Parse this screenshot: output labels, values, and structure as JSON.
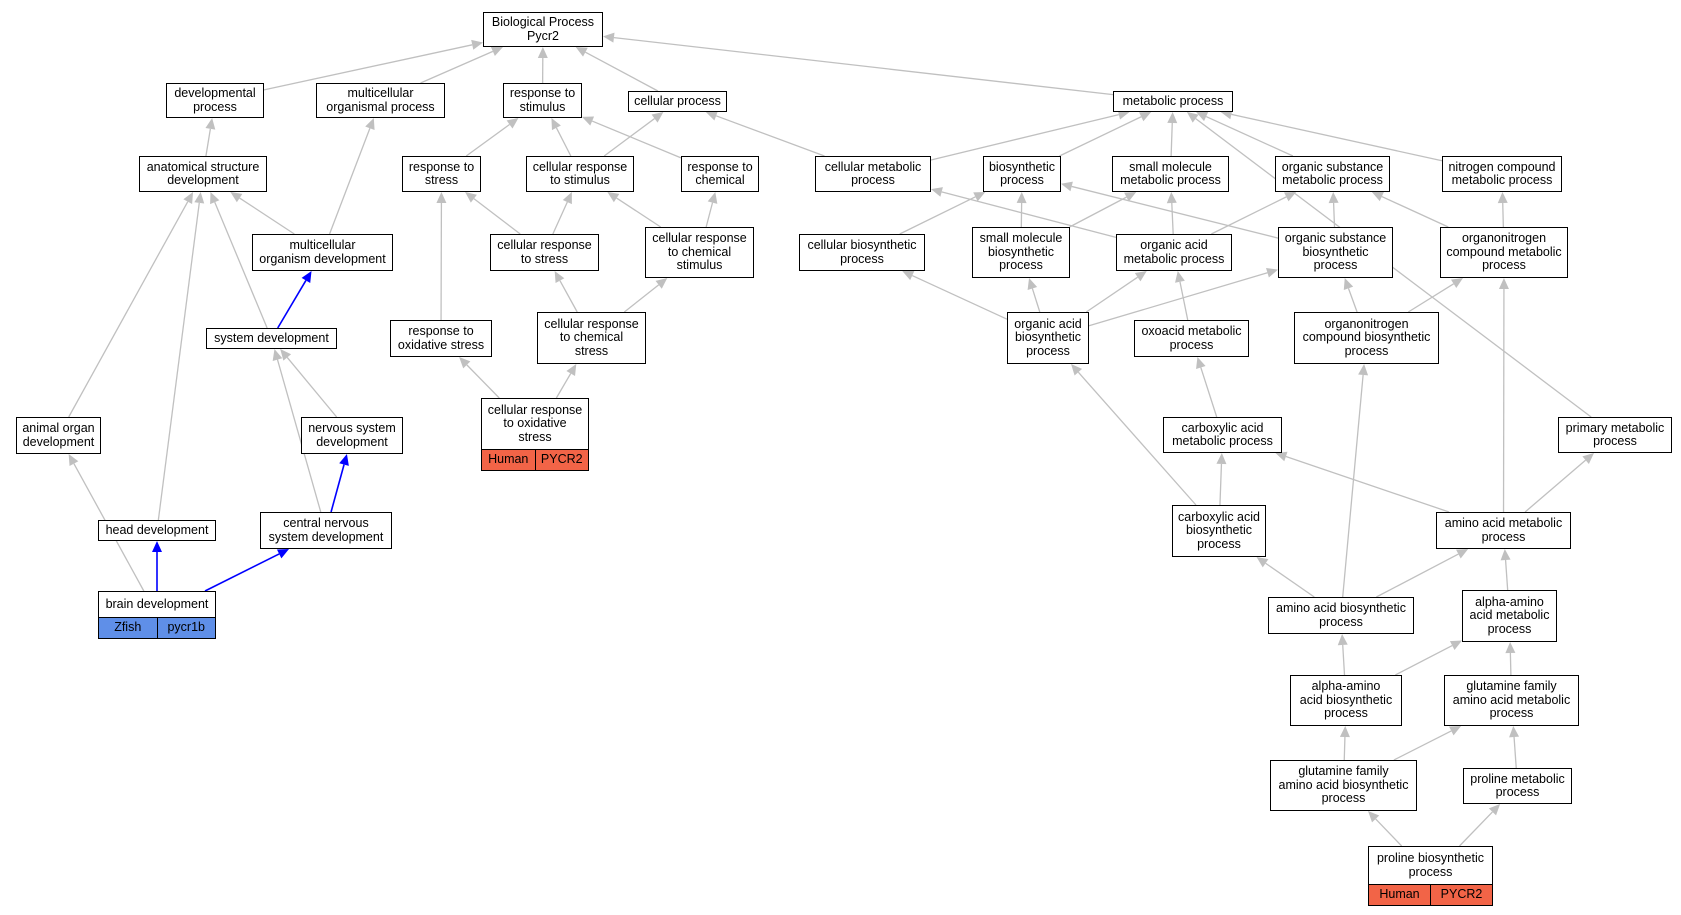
{
  "colors": {
    "edge": "#c0c0c0",
    "highlight_edge": "#0000ff",
    "human": "#f26447",
    "zfish": "#5f8fe8"
  },
  "nodes": {
    "root": {
      "label": "Biological Process\nPycr2"
    },
    "developmental_process": {
      "label": "developmental\nprocess"
    },
    "multicellular_organismal_process": {
      "label": "multicellular\norganismal process"
    },
    "response_to_stimulus": {
      "label": "response to\nstimulus"
    },
    "cellular_process": {
      "label": "cellular process"
    },
    "metabolic_process": {
      "label": "metabolic process"
    },
    "anatomical_structure_development": {
      "label": "anatomical structure\ndevelopment"
    },
    "response_to_stress": {
      "label": "response to\nstress"
    },
    "cellular_response_to_stimulus": {
      "label": "cellular response\nto stimulus"
    },
    "response_to_chemical": {
      "label": "response to\nchemical"
    },
    "cellular_metabolic_process": {
      "label": "cellular metabolic\nprocess"
    },
    "biosynthetic_process": {
      "label": "biosynthetic\nprocess"
    },
    "small_molecule_metabolic_process": {
      "label": "small molecule\nmetabolic process"
    },
    "organic_substance_metabolic_process": {
      "label": "organic substance\nmetabolic process"
    },
    "nitrogen_compound_metabolic_process": {
      "label": "nitrogen compound\nmetabolic process"
    },
    "multicellular_organism_development": {
      "label": "multicellular\norganism development"
    },
    "cellular_response_to_stress": {
      "label": "cellular response\nto stress"
    },
    "cellular_response_to_chemical_stimulus": {
      "label": "cellular response\nto chemical\nstimulus"
    },
    "cellular_biosynthetic_process": {
      "label": "cellular biosynthetic\nprocess"
    },
    "small_molecule_biosynthetic_process": {
      "label": "small molecule\nbiosynthetic\nprocess"
    },
    "organic_acid_metabolic_process": {
      "label": "organic acid\nmetabolic process"
    },
    "organic_substance_biosynthetic_process": {
      "label": "organic substance\nbiosynthetic\nprocess"
    },
    "organonitrogen_compound_metabolic_process": {
      "label": "organonitrogen\ncompound metabolic\nprocess"
    },
    "system_development": {
      "label": "system development"
    },
    "response_to_oxidative_stress": {
      "label": "response to\noxidative stress"
    },
    "cellular_response_to_chemical_stress": {
      "label": "cellular response\nto chemical\nstress"
    },
    "organic_acid_biosynthetic_process": {
      "label": "organic acid\nbiosynthetic\nprocess"
    },
    "oxoacid_metabolic_process": {
      "label": "oxoacid metabolic\nprocess"
    },
    "organonitrogen_compound_biosynthetic_process": {
      "label": "organonitrogen\ncompound biosynthetic\nprocess"
    },
    "animal_organ_development": {
      "label": "animal organ\ndevelopment"
    },
    "nervous_system_development": {
      "label": "nervous system\ndevelopment"
    },
    "cellular_response_to_oxidative_stress": {
      "label": "cellular response\nto oxidative\nstress",
      "tags": [
        "Human",
        "PYCR2"
      ]
    },
    "carboxylic_acid_metabolic_process": {
      "label": "carboxylic acid\nmetabolic process"
    },
    "primary_metabolic_process": {
      "label": "primary metabolic\nprocess"
    },
    "head_development": {
      "label": "head development"
    },
    "central_nervous_system_development": {
      "label": "central nervous\nsystem development"
    },
    "carboxylic_acid_biosynthetic_process": {
      "label": "carboxylic acid\nbiosynthetic\nprocess"
    },
    "amino_acid_metabolic_process": {
      "label": "amino acid metabolic\nprocess"
    },
    "brain_development": {
      "label": "brain development",
      "tags": [
        "Zfish",
        "pycr1b"
      ]
    },
    "amino_acid_biosynthetic_process": {
      "label": "amino acid biosynthetic\nprocess"
    },
    "alpha_amino_acid_metabolic_process": {
      "label": "alpha-amino\nacid metabolic\nprocess"
    },
    "alpha_amino_acid_biosynthetic_process": {
      "label": "alpha-amino\nacid biosynthetic\nprocess"
    },
    "glutamine_family_amino_acid_metabolic_process": {
      "label": "glutamine family\namino acid metabolic\nprocess"
    },
    "glutamine_family_amino_acid_biosynthetic_process": {
      "label": "glutamine family\namino acid biosynthetic\nprocess"
    },
    "proline_metabolic_process": {
      "label": "proline metabolic\nprocess"
    },
    "proline_biosynthetic_process": {
      "label": "proline biosynthetic\nprocess",
      "tags": [
        "Human",
        "PYCR2"
      ]
    }
  },
  "edges": [
    [
      "developmental_process",
      "root"
    ],
    [
      "multicellular_organismal_process",
      "root"
    ],
    [
      "response_to_stimulus",
      "root"
    ],
    [
      "cellular_process",
      "root"
    ],
    [
      "metabolic_process",
      "root"
    ],
    [
      "anatomical_structure_development",
      "developmental_process"
    ],
    [
      "response_to_stress",
      "response_to_stimulus"
    ],
    [
      "cellular_response_to_stimulus",
      "response_to_stimulus"
    ],
    [
      "cellular_response_to_stimulus",
      "cellular_process"
    ],
    [
      "response_to_chemical",
      "response_to_stimulus"
    ],
    [
      "cellular_metabolic_process",
      "cellular_process"
    ],
    [
      "cellular_metabolic_process",
      "metabolic_process"
    ],
    [
      "biosynthetic_process",
      "metabolic_process"
    ],
    [
      "small_molecule_metabolic_process",
      "metabolic_process"
    ],
    [
      "organic_substance_metabolic_process",
      "metabolic_process"
    ],
    [
      "nitrogen_compound_metabolic_process",
      "metabolic_process"
    ],
    [
      "primary_metabolic_process",
      "metabolic_process"
    ],
    [
      "multicellular_organism_development",
      "multicellular_organismal_process"
    ],
    [
      "multicellular_organism_development",
      "anatomical_structure_development"
    ],
    [
      "cellular_response_to_stress",
      "response_to_stress"
    ],
    [
      "cellular_response_to_stress",
      "cellular_response_to_stimulus"
    ],
    [
      "cellular_response_to_chemical_stimulus",
      "cellular_response_to_stimulus"
    ],
    [
      "cellular_response_to_chemical_stimulus",
      "response_to_chemical"
    ],
    [
      "cellular_biosynthetic_process",
      "biosynthetic_process"
    ],
    [
      "small_molecule_biosynthetic_process",
      "biosynthetic_process"
    ],
    [
      "small_molecule_biosynthetic_process",
      "small_molecule_metabolic_process"
    ],
    [
      "organic_acid_metabolic_process",
      "cellular_metabolic_process"
    ],
    [
      "organic_acid_metabolic_process",
      "small_molecule_metabolic_process"
    ],
    [
      "organic_acid_metabolic_process",
      "organic_substance_metabolic_process"
    ],
    [
      "organic_substance_biosynthetic_process",
      "biosynthetic_process"
    ],
    [
      "organic_substance_biosynthetic_process",
      "organic_substance_metabolic_process"
    ],
    [
      "organonitrogen_compound_metabolic_process",
      "organic_substance_metabolic_process"
    ],
    [
      "organonitrogen_compound_metabolic_process",
      "nitrogen_compound_metabolic_process"
    ],
    [
      "system_development",
      "anatomical_structure_development"
    ],
    [
      "system_development",
      "multicellular_organism_development",
      "blue"
    ],
    [
      "response_to_oxidative_stress",
      "response_to_stress"
    ],
    [
      "cellular_response_to_chemical_stress",
      "cellular_response_to_stress"
    ],
    [
      "cellular_response_to_chemical_stress",
      "cellular_response_to_chemical_stimulus"
    ],
    [
      "organic_acid_biosynthetic_process",
      "cellular_biosynthetic_process"
    ],
    [
      "organic_acid_biosynthetic_process",
      "small_molecule_biosynthetic_process"
    ],
    [
      "organic_acid_biosynthetic_process",
      "organic_acid_metabolic_process"
    ],
    [
      "organic_acid_biosynthetic_process",
      "organic_substance_biosynthetic_process"
    ],
    [
      "oxoacid_metabolic_process",
      "organic_acid_metabolic_process"
    ],
    [
      "organonitrogen_compound_biosynthetic_process",
      "organic_substance_biosynthetic_process"
    ],
    [
      "organonitrogen_compound_biosynthetic_process",
      "organonitrogen_compound_metabolic_process"
    ],
    [
      "animal_organ_development",
      "anatomical_structure_development"
    ],
    [
      "nervous_system_development",
      "system_development"
    ],
    [
      "cellular_response_to_oxidative_stress",
      "response_to_oxidative_stress"
    ],
    [
      "cellular_response_to_oxidative_stress",
      "cellular_response_to_chemical_stress"
    ],
    [
      "carboxylic_acid_metabolic_process",
      "oxoacid_metabolic_process"
    ],
    [
      "head_development",
      "anatomical_structure_development"
    ],
    [
      "central_nervous_system_development",
      "system_development"
    ],
    [
      "central_nervous_system_development",
      "nervous_system_development",
      "blue"
    ],
    [
      "carboxylic_acid_biosynthetic_process",
      "organic_acid_biosynthetic_process"
    ],
    [
      "carboxylic_acid_biosynthetic_process",
      "carboxylic_acid_metabolic_process"
    ],
    [
      "amino_acid_metabolic_process",
      "carboxylic_acid_metabolic_process"
    ],
    [
      "amino_acid_metabolic_process",
      "organonitrogen_compound_metabolic_process"
    ],
    [
      "amino_acid_metabolic_process",
      "primary_metabolic_process"
    ],
    [
      "brain_development",
      "animal_organ_development"
    ],
    [
      "brain_development",
      "head_development",
      "blue"
    ],
    [
      "brain_development",
      "central_nervous_system_development",
      "blue"
    ],
    [
      "amino_acid_biosynthetic_process",
      "carboxylic_acid_biosynthetic_process"
    ],
    [
      "amino_acid_biosynthetic_process",
      "organonitrogen_compound_biosynthetic_process"
    ],
    [
      "amino_acid_biosynthetic_process",
      "amino_acid_metabolic_process"
    ],
    [
      "alpha_amino_acid_metabolic_process",
      "amino_acid_metabolic_process"
    ],
    [
      "alpha_amino_acid_biosynthetic_process",
      "amino_acid_biosynthetic_process"
    ],
    [
      "alpha_amino_acid_biosynthetic_process",
      "alpha_amino_acid_metabolic_process"
    ],
    [
      "glutamine_family_amino_acid_metabolic_process",
      "alpha_amino_acid_metabolic_process"
    ],
    [
      "glutamine_family_amino_acid_biosynthetic_process",
      "alpha_amino_acid_biosynthetic_process"
    ],
    [
      "glutamine_family_amino_acid_biosynthetic_process",
      "glutamine_family_amino_acid_metabolic_process"
    ],
    [
      "proline_metabolic_process",
      "glutamine_family_amino_acid_metabolic_process"
    ],
    [
      "proline_biosynthetic_process",
      "glutamine_family_amino_acid_biosynthetic_process"
    ],
    [
      "proline_biosynthetic_process",
      "proline_metabolic_process"
    ]
  ]
}
